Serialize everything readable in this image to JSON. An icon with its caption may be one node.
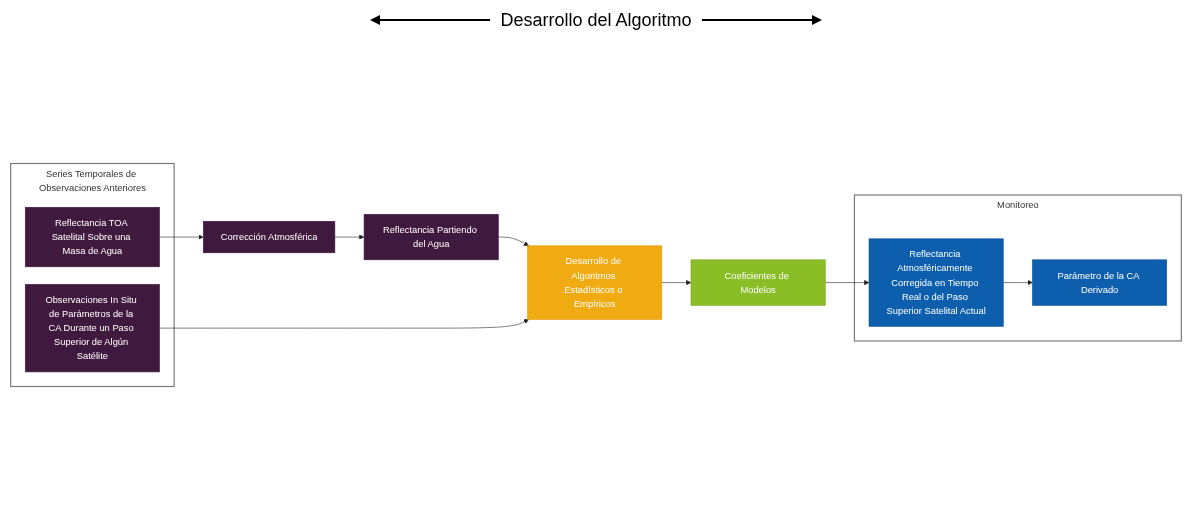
{
  "diagram": {
    "nodes": [
      {
        "text": [
          "Series Temporales de Observaciones Anteriores"
        ]
      },
      {
        "text": [
          "Reflectancia TOA Satelital Sobre una Masa de Agua"
        ],
        "in": 0
      },
      {
        "text": [
          "Observaciones In Situ de Parámetros de la CA Durante un Paso Superior de Algún Satélite"
        ],
        "in": 0
      },
      {
        "text": [
          "Corrección Atmosférica"
        ]
      },
      {
        "text": [
          "Reflectancia Partiendo del Agua"
        ]
      },
      {
        "text": [
          "Desarrollo de Algoritmos Estadísticos o Empíricos"
        ]
      },
      {
        "text": [
          "Coeficientes de Modelos"
        ]
      },
      {
        "text": [
          "Monitoreo"
        ]
      },
      {
        "text": [
          "Reflectancia Atmosféricamente Corregida en Tiempo Real o del Paso Superior Satelital Actual"
        ],
        "in": 7
      },
      {
        "text": [
          "Parámetro de la CA Derivado"
        ],
        "in": 7
      }
    ],
    "edges": [
      {
        "from": 1,
        "to": 3,
        "arrow": "to"
      },
      {
        "from": 3,
        "to": 4,
        "arrow": "to"
      },
      {
        "from": 4,
        "to": 5,
        "arrow": "to"
      },
      {
        "from": 2,
        "to": 5,
        "arrow": "to"
      },
      {
        "from": 5,
        "to": 6,
        "arrow": "to"
      },
      {
        "from": 6,
        "to": 8,
        "arrow": "to"
      },
      {
        "from": 8,
        "to": 9,
        "arrow": "to"
      }
    ],
    "labels": [
      "Desarrollo del Algoritmo"
    ]
  }
}
